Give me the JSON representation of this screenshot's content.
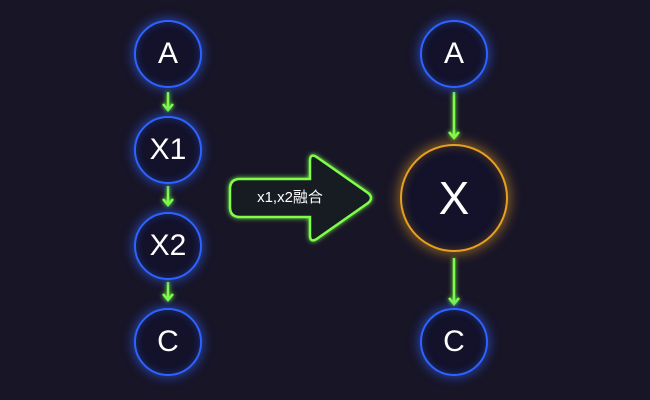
{
  "left_chain": [
    {
      "id": "A",
      "label": "A"
    },
    {
      "id": "X1",
      "label": "X1"
    },
    {
      "id": "X2",
      "label": "X2"
    },
    {
      "id": "C",
      "label": "C"
    }
  ],
  "right_chain": [
    {
      "id": "A",
      "label": "A"
    },
    {
      "id": "X",
      "label": "X"
    },
    {
      "id": "C",
      "label": "C"
    }
  ],
  "transform_arrow": {
    "label": "x1,x2融合"
  },
  "colors": {
    "background": "#181527",
    "node_border": "#2f63ff",
    "merged_node_border": "#e8a020",
    "edge": "#7dff4a",
    "big_arrow_stroke": "#7dff4a"
  }
}
